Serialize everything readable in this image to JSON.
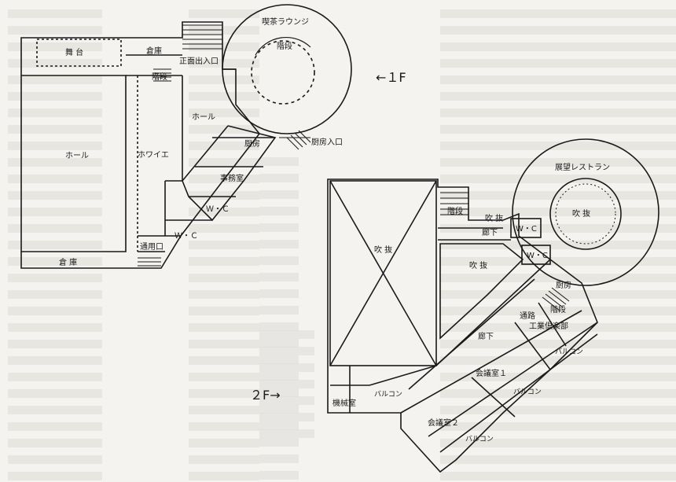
{
  "floors": {
    "first": {
      "marker": "←１F",
      "rooms": {
        "stage": "舞 台",
        "storage_top": "倉庫",
        "entrance": "正面出入口",
        "stairs": "階段",
        "hall_main": "ホール",
        "foyer": "ホワイエ",
        "hall_round": "ホール",
        "lounge": "喫茶ラウンジ",
        "stairs_round": "階段",
        "kitchen": "厨房",
        "kitchen_entrance": "厨房入口",
        "office": "事務室",
        "wc1": "Ｗ・Ｃ",
        "wc2": "Ｗ・Ｃ",
        "service_entrance": "通用口",
        "storage_bottom": "倉 庫"
      }
    },
    "second": {
      "marker": "２F→",
      "rooms": {
        "restaurant": "展望レストラン",
        "atrium_round": "吹 抜",
        "atrium_big": "吹 抜",
        "stairs": "階段",
        "atrium_small": "吹 抜",
        "atrium_label2": "吹 抜",
        "corridor_top": "廊下",
        "wc1": "W・C",
        "wc2": "W・C",
        "kitchen": "厨房",
        "stairs2": "階段",
        "passage": "通路",
        "club": "工業倶楽部",
        "corridor": "廊下",
        "balcony_right": "バルコン",
        "conf1": "会議室１",
        "balcony_mid": "バルコン",
        "conf2": "会議室２",
        "balcony_bottom": "バルコン",
        "balcony_left": "バルコン",
        "machine": "機械室"
      }
    }
  }
}
